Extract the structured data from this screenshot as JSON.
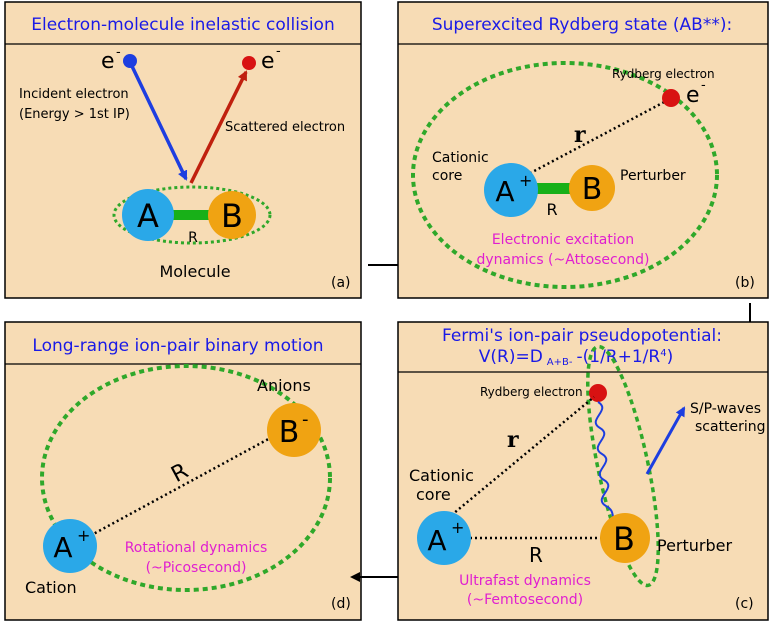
{
  "colors": {
    "panel_bg": "#f7dcb5",
    "title_text": "#1a1ae6",
    "annotation_text": "#e01fd0",
    "ellipse": "#2fa82a",
    "atom_a": "#2aa8e8",
    "atom_b": "#f0a312",
    "electron": "#d81212",
    "incident_arrow": "#1d3ee0",
    "scattered_arrow": "#c0200e"
  },
  "panel_a": {
    "title": "Electron-molecule inelastic collision",
    "electron_in": "e",
    "electron_out": "e",
    "charge_minus": "-",
    "incident_line1": "Incident electron",
    "incident_line2": "(Energy > 1st IP)",
    "scattered": "Scattered electron",
    "atom_a": "A",
    "atom_b": "B",
    "bond": "R",
    "molecule": "Molecule",
    "tag": "(a)"
  },
  "panel_b": {
    "title": "Superexcited Rydberg state (AB**):",
    "rydberg": "Rydberg electron",
    "electron": "e",
    "charge_minus": "-",
    "r": "r",
    "core_line1": "Cationic",
    "core_line2": "core",
    "atom_a": "A",
    "charge_plus": "+",
    "atom_b": "B",
    "perturber": "Perturber",
    "bond": "R",
    "dyn_line1": "Electronic excitation",
    "dyn_line2": "dynamics (~Attosecond)",
    "tag": "(b)"
  },
  "panel_c": {
    "title_line1": "Fermi's ion-pair pseudopotential:",
    "title_line2_a": "V(R)=D",
    "title_line2_sub": "A+B-",
    "title_line2_b": "-(1/R+1/R",
    "title_line2_sup": "4",
    "title_line2_c": ")",
    "rydberg": "Rydberg electron",
    "r": "r",
    "waves_line1": "S/P-waves",
    "waves_line2": "scattering",
    "core_line1": "Cationic",
    "core_line2": "core",
    "atom_a": "A",
    "charge_plus": "+",
    "atom_b": "B",
    "bond": "R",
    "perturber": "Perturber",
    "dyn_line1": "Ultrafast dynamics",
    "dyn_line2": "(~Femtosecond)",
    "tag": "(c)"
  },
  "panel_d": {
    "title": "Long-range ion-pair binary motion",
    "anions": "Anions",
    "atom_b": "B",
    "charge_minus": "-",
    "bond": "R",
    "atom_a": "A",
    "charge_plus": "+",
    "cation": "Cation",
    "dyn_line1": "Rotational dynamics",
    "dyn_line2": "(~Picosecond)",
    "tag": "(d)"
  }
}
